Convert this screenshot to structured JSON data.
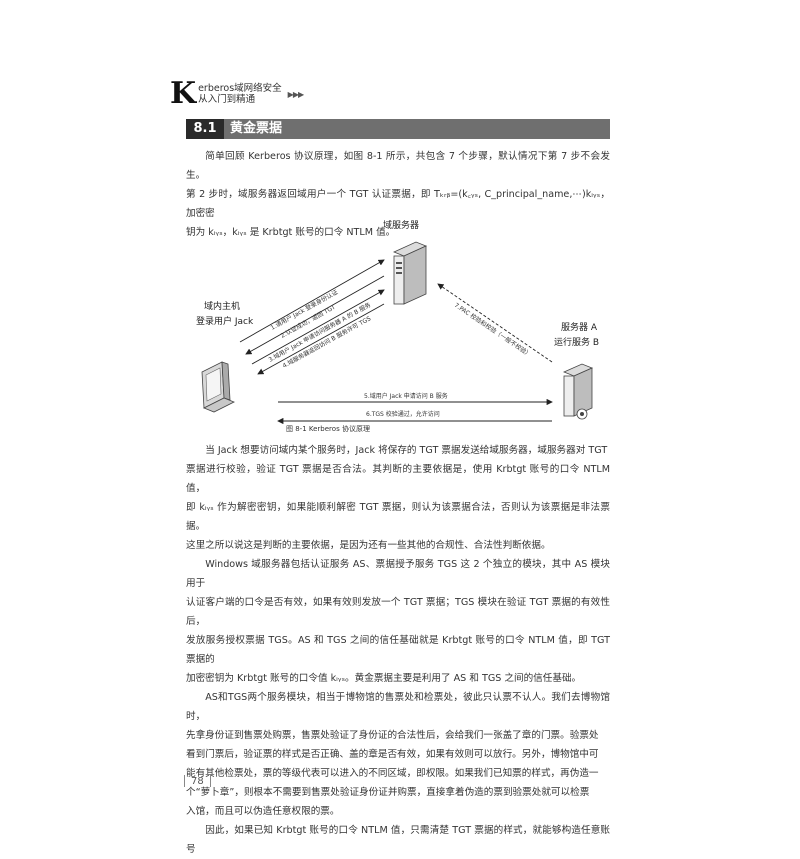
{
  "header": {
    "logo_letter": "K",
    "title_line1": "erberos域网络安全",
    "title_line2": "从入门到精通",
    "arrows": "▶▶▶"
  },
  "section": {
    "number": "8.1",
    "title": "黄金票据"
  },
  "intro": [
    "简单回顾 Kerberos 协议原理，如图 8-1 所示，共包含 7 个步骤，默认情况下第 7 步不会发生。",
    "第 2 步时，域服务器返回域用户一个 TGT 认证票据，即 Tₖᵣᵦ=(k꜀ᵧₛ, C_principal_name,⋯)kᵢᵧₛ，加密密",
    "钥为 kᵢᵧₛ，kᵢᵧₛ 是 Krbtgt 账号的口令 NTLM 值。"
  ],
  "diagram": {
    "domain_server_label": "域服务器",
    "client_label_line1": "域内主机",
    "client_label_line2": "登录用户 Jack",
    "service_label_line1": "服务器 A",
    "service_label_line2": "运行服务 B",
    "step1": "1.请用户 Jack 登录身份认证",
    "step2": "2.认证成功，返回 TGT",
    "step3": "3.域用户 Jack 申请访问服务器 A 的 B 服务",
    "step4": "4.域服务器返回访问 B 服务许可 TGS",
    "step5": "5.域用户 Jack 申请访问 B 服务",
    "step6": "6.TGS 校验通过，允许访问",
    "step7": "7.PAC 校验和校验（一般不校验）",
    "caption": "图 8-1   Kerberos 协议原理"
  },
  "body": [
    "当 Jack 想要访问域内某个服务时，Jack 将保存的 TGT 票据发送给域服务器，域服务器对 TGT",
    "票据进行校验，验证 TGT 票据是否合法。其判断的主要依据是，使用 Krbtgt 账号的口令 NTLM 值，",
    "即 kᵢᵧₛ 作为解密密钥，如果能顺利解密 TGT 票据，则认为该票据合法，否则认为该票据是非法票据。",
    "这里之所以说这是判断的主要依据，是因为还有一些其他的合规性、合法性判断依据。",
    "Windows 域服务器包括认证服务 AS、票据授予服务 TGS 这 2 个独立的模块，其中 AS 模块用于",
    "认证客户端的口令是否有效，如果有效则发放一个 TGT 票据；TGS 模块在验证 TGT 票据的有效性后，",
    "发放服务授权票据 TGS。AS 和 TGS 之间的信任基础就是 Krbtgt 账号的口令 NTLM 值，即 TGT 票据的",
    "加密密钥为 Krbtgt 账号的口令值 kᵢᵧₛ。黄金票据主要是利用了 AS 和 TGS 之间的信任基础。",
    "AS和TGS两个服务模块，相当于博物馆的售票处和检票处，彼此只认票不认人。我们去博物馆时，",
    "先拿身份证到售票处购票，售票处验证了身份证的合法性后，会给我们一张盖了章的门票。验票处",
    "看到门票后，验证票的样式是否正确、盖的章是否有效，如果有效则可以放行。另外，博物馆中可",
    "能有其他检票处，票的等级代表可以进入的不同区域，即权限。如果我们已知票的样式，再伪造一",
    "个“萝卜章”，则根本不需要到售票处验证身份证并购票，直接拿着伪造的票到验票处就可以检票",
    "入馆，而且可以伪造任意权限的票。",
    "因此，如果已知 Krbtgt 账号的口令 NTLM 值，只需清楚 TGT 票据的样式，就能够构造任意账号"
  ],
  "footer": {
    "page_number": "78"
  }
}
